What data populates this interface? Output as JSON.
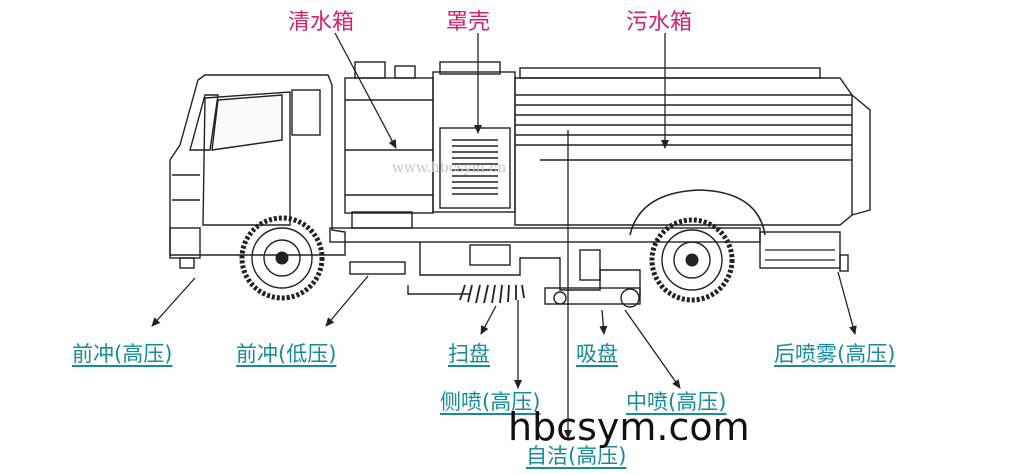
{
  "top_labels": {
    "clean_water_tank": "清水箱",
    "hood": "罩壳",
    "sewage_tank": "污水箱"
  },
  "bottom_labels": {
    "front_flush_high": "前冲(高压)",
    "front_flush_low": "前冲(低压)",
    "sweep_disc": "扫盘",
    "suction_disc": "吸盘",
    "rear_spray_high": "后喷雾(高压)",
    "side_spray_high": "侧喷(高压)",
    "middle_spray_high": "中喷(高压)",
    "self_clean_high": "自洁(高压)"
  },
  "watermark": "www.hbcsym.cn",
  "site_url": "hbcsym.com",
  "colors": {
    "top_label": "#d6206e",
    "bottom_label": "#178c98",
    "line": "#222222"
  }
}
